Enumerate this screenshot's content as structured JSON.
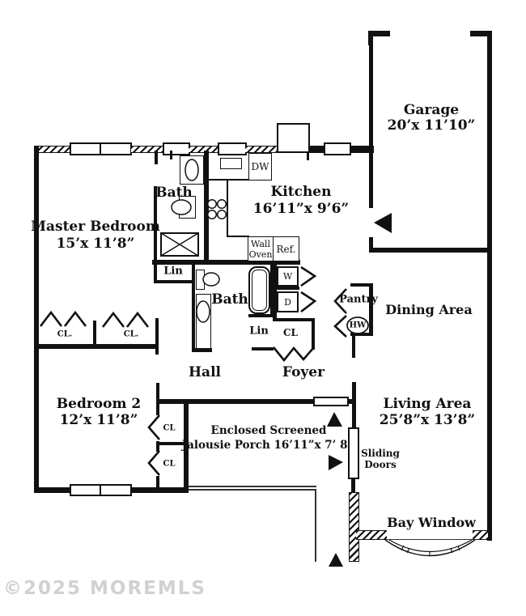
{
  "watermark": "©2025 MOREMLS",
  "rooms": {
    "master": {
      "name": "Master Bedroom",
      "dims": "15’x 11’8”"
    },
    "bedroom2": {
      "name": "Bedroom 2",
      "dims": "12’x 11’8”"
    },
    "kitchen": {
      "name": "Kitchen",
      "dims": "16’11”x 9’6”"
    },
    "garage": {
      "name": "Garage",
      "dims": "20’x 11’10”"
    },
    "living": {
      "name": "Living Area",
      "dims": "25’8”x 13’8”"
    },
    "dining": {
      "name": "Dining Area"
    },
    "hall": {
      "name": "Hall"
    },
    "foyer": {
      "name": "Foyer"
    },
    "bath_master": {
      "name": "Bath"
    },
    "bath_hall": {
      "name": "Bath"
    },
    "porch": {
      "line1": "Enclosed Screened",
      "line2": "Jalousie Porch 16’11”x 7’ 8”"
    }
  },
  "fixtures": {
    "dw": "DW",
    "wall_oven": "Wall Oven",
    "ref": "Ref.",
    "washer": "W",
    "dryer": "D",
    "pantry": "Pantry",
    "hw": "HW",
    "lin_hall": "Lin",
    "lin_foyer": "Lin",
    "cl_foyer": "CL",
    "cl_master_a": "CL.",
    "cl_master_b": "CL.",
    "cl_bed2_a": "CL",
    "cl_bed2_b": "CL",
    "sliding_doors": "Sliding Doors",
    "bay_window": "Bay Window"
  },
  "colors": {
    "line": "#111111",
    "watermark": "#d3d0d0"
  }
}
